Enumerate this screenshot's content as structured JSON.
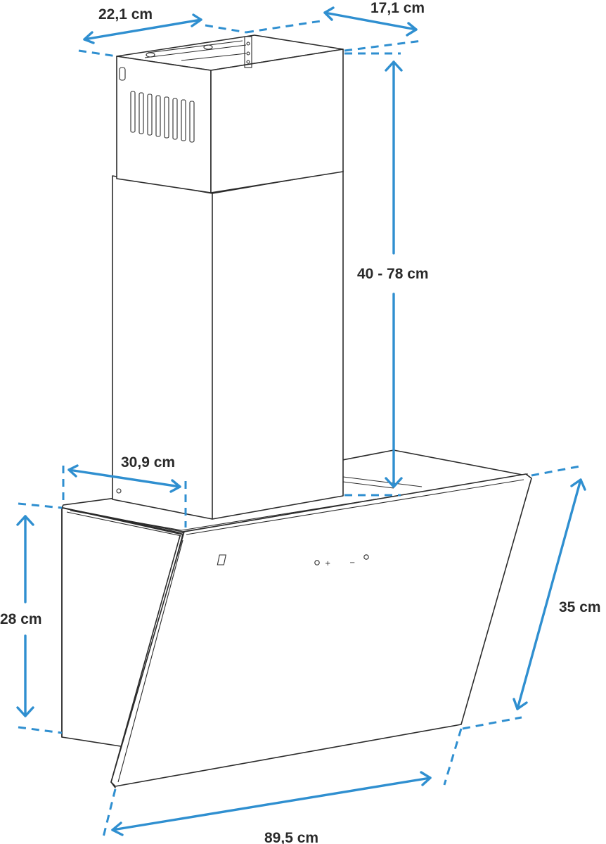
{
  "product": "chimney-cooker-hood",
  "dimensions": {
    "top_width": "22,1 cm",
    "top_depth": "17,1 cm",
    "chimney_height": "40 - 78 cm",
    "chimney_bottom_width": "30,9 cm",
    "body_height": "28 cm",
    "glass_height": "35 cm",
    "total_width": "89,5 cm"
  },
  "colors": {
    "dimension_lines": "#2f8fd0",
    "outline": "#2b2b2b",
    "label_text": "#2a2a2a"
  }
}
